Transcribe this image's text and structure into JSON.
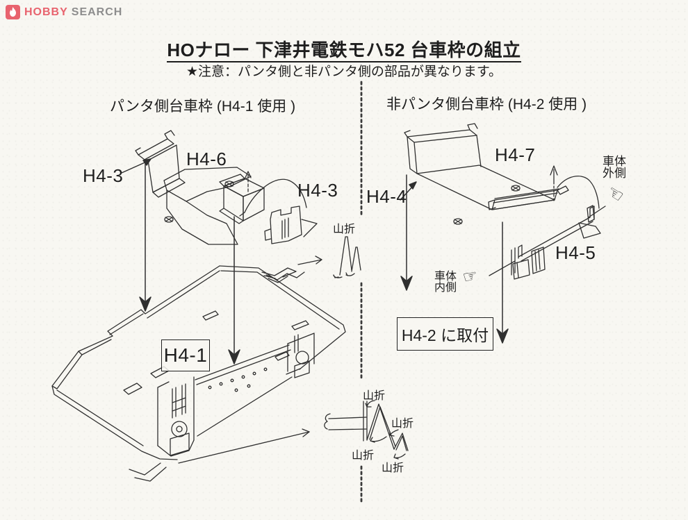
{
  "logo": {
    "brand_red": "HOBBY",
    "brand_gray": "SEARCH",
    "accent_color": "#e8636e",
    "gray_color": "#8d8d8d"
  },
  "header": {
    "title": "HOナロー 下津井電鉄モハ52 台車枠の組立",
    "note": "★注意：パンタ側と非パンタ側の部品が異なります。"
  },
  "colors": {
    "line": "#2f2f2f",
    "paper": "#f8f7f2"
  },
  "left_section": {
    "heading": "パンタ側台車枠 (H4-1 使用 )",
    "label_h4_3_a": "H4-3",
    "label_h4_6": "H4-6",
    "label_h4_3_b": "H4-3",
    "label_h4_1": "H4-1",
    "fold_note": "山折"
  },
  "right_section": {
    "heading": "非パンタ側台車枠 (H4-2 使用 )",
    "label_h4_4": "H4-4",
    "label_h4_7": "H4-7",
    "label_h4_5": "H4-5",
    "body_outer_line1": "車体",
    "body_outer_line2": "外側",
    "body_inner_line1": "車体",
    "body_inner_line2": "内側",
    "attach_note": "H4-2 に取付"
  },
  "fold_diagram": {
    "label_top": "山折",
    "label_right": "山折",
    "label_bottom_left": "山折",
    "label_bottom": "山折"
  }
}
